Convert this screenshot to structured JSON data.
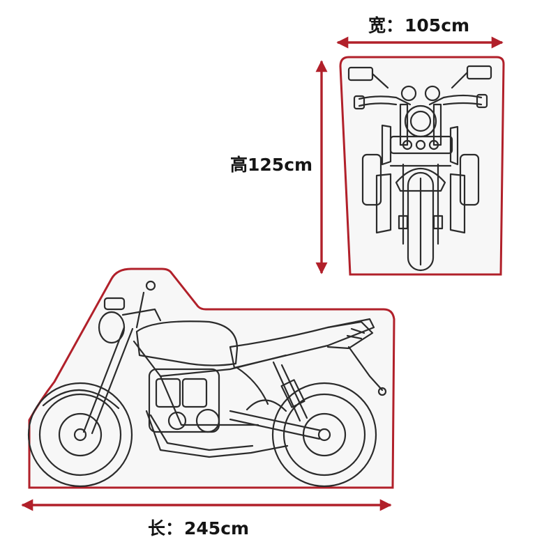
{
  "dimensions": {
    "width": {
      "prefix": "宽：",
      "value": "105cm"
    },
    "height": {
      "prefix": "高",
      "value": "125cm"
    },
    "length": {
      "prefix": "长：",
      "value": "245cm"
    }
  },
  "colors": {
    "cover_outline": "#b1202a",
    "cover_fill": "#f7f7f7",
    "arrow": "#b1202a",
    "line_art": "#2b2b2b"
  },
  "icons": {
    "front_view": "motorcycle-front-view-icon",
    "side_view": "motorcycle-side-view-icon"
  }
}
